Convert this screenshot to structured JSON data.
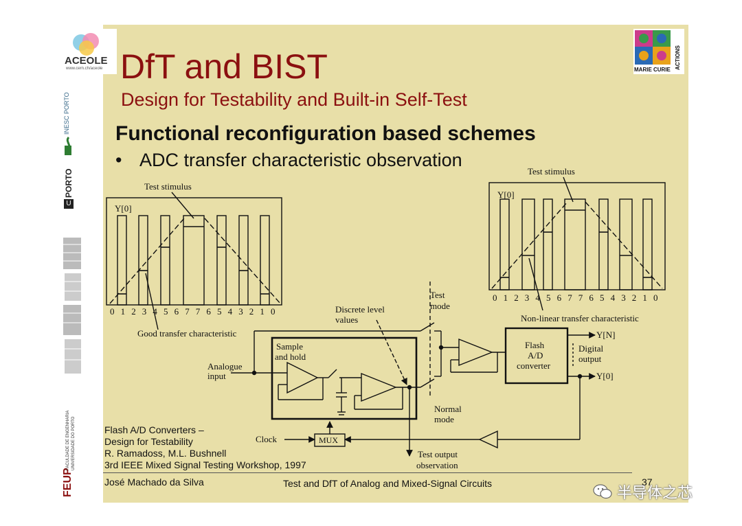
{
  "slide": {
    "title": "DfT and BIST",
    "subtitle": "Design for Testability and Built-in Self-Test",
    "heading": "Functional reconfiguration based schemes",
    "bullet_marker": "•",
    "bullet": "ADC  transfer characteristic observation"
  },
  "logos": {
    "aceole_name": "ACEOLE",
    "aceole_url": "www.cern.ch/aceole",
    "marie_curie": "MARIE CURIE",
    "actions": "ACTIONS",
    "inesc": "INESC PORTO",
    "uporto": "PORTO",
    "uporto_mark": "U",
    "feup": "FEUP",
    "feup_sub1": "FACULDADE DE ENGENHARIA",
    "feup_sub2": "UNIVERSIDADE DO PORTO"
  },
  "diagram": {
    "left_chart": {
      "stimulus_label": "Test stimulus",
      "y_label": "Y[0]",
      "axis_digits": [
        "0",
        "1",
        "2",
        "3",
        "4",
        "5",
        "6",
        "7",
        "7",
        "6",
        "5",
        "4",
        "3",
        "2",
        "1",
        "0"
      ],
      "caption": "Good transfer characteristic"
    },
    "right_chart": {
      "stimulus_label": "Test stimulus",
      "y_label": "Y[0]",
      "axis_digits": [
        "0",
        "1",
        "2",
        "3",
        "4",
        "5",
        "6",
        "7",
        "7",
        "6",
        "5",
        "4",
        "3",
        "2",
        "1",
        "0"
      ],
      "caption": "Non-linear transfer characteristic"
    },
    "labels": {
      "test_mode_1": "Test",
      "test_mode_2": "mode",
      "discrete_1": "Discrete level",
      "discrete_2": "values",
      "sample_1": "Sample",
      "sample_2": "and hold",
      "analogue_1": "Analogue",
      "analogue_2": "input",
      "flash_1": "Flash",
      "flash_2": "A/D",
      "flash_3": "converter",
      "yn": "Y[N]",
      "digital_1": "Digital",
      "digital_2": "output",
      "y0": "Y[0]",
      "normal_1": "Normal",
      "normal_2": "mode",
      "clock": "Clock",
      "mux": "MUX",
      "test_out_1": "Test output",
      "test_out_2": "observation"
    }
  },
  "reference": {
    "line1": "Flash A/D Converters –",
    "line2": "Design for Testability",
    "line3": "R. Ramadoss, M.L. Bushnell",
    "line4": "3rd IEEE Mixed Signal Testing Workshop, 1997"
  },
  "footer": {
    "author": "José Machado da Silva",
    "course": "Test and DfT of Analog and Mixed-Signal Circuits",
    "page": "37"
  },
  "watermark": {
    "text": "半导体之芯",
    "icon": "wechat-icon"
  },
  "colors": {
    "slide_bg": "#e8dfa8",
    "title": "#8b1010"
  }
}
